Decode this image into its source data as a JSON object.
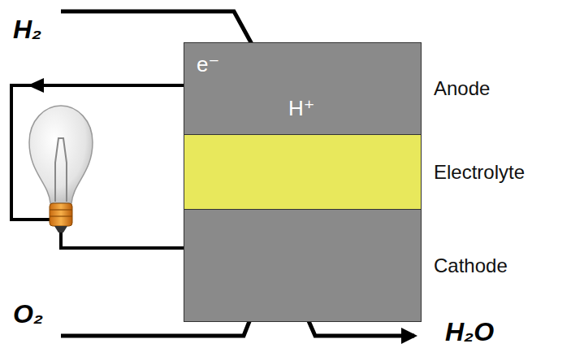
{
  "diagram": {
    "nodes": [
      {
        "text": [
          "Anode"
        ]
      },
      {
        "text": [
          "Electrolyte"
        ]
      },
      {
        "text": [
          "Cathode"
        ]
      }
    ],
    "edges": [
      {
        "from": 0,
        "to": 2,
        "arrow": "to",
        "label": "H⁺"
      },
      {
        "from": 0,
        "to": 2,
        "arrow": "to",
        "label": "e⁻"
      }
    ],
    "labels": [
      "H₂",
      "O₂",
      "H₂O"
    ]
  }
}
